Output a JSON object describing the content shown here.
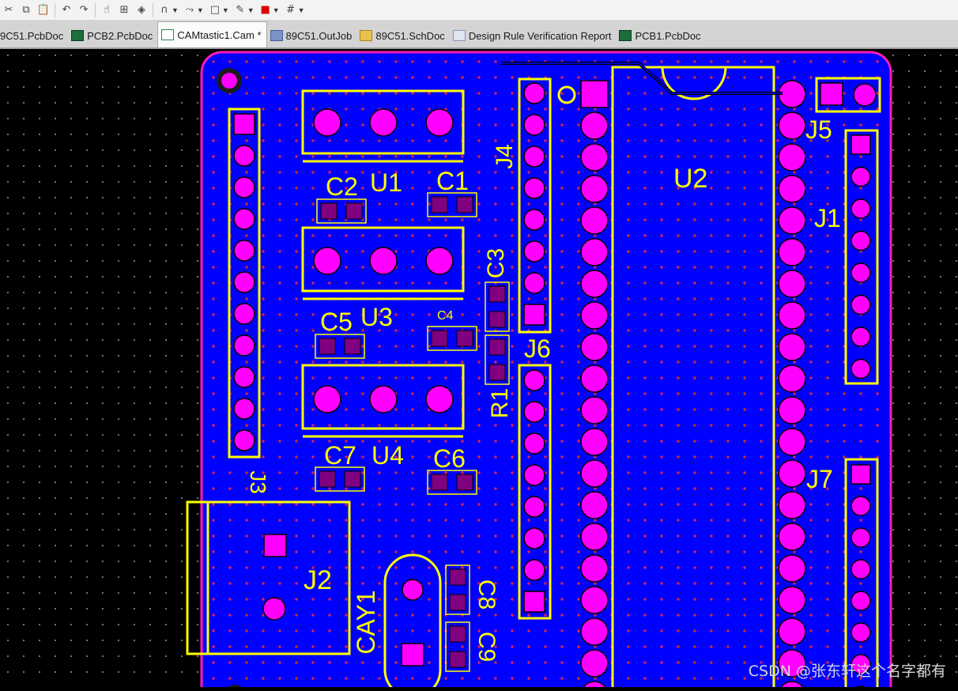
{
  "toolbar": {
    "icons": [
      "cut-icon",
      "copy-icon",
      "paste-icon",
      "undo-icon",
      "redo-icon",
      "select-icon",
      "grid-select-icon",
      "route-icon",
      "arc-icon",
      "wire-icon",
      "rectangle-icon",
      "paint-icon",
      "color-icon",
      "grid-icon"
    ]
  },
  "tabs": [
    {
      "label": "9C51.PcbDoc",
      "icon": "pcb"
    },
    {
      "label": "PCB2.PcbDoc",
      "icon": "pcb"
    },
    {
      "label": "CAMtastic1.Cam *",
      "icon": "cam",
      "active": true
    },
    {
      "label": "89C51.OutJob",
      "icon": "out"
    },
    {
      "label": "89C51.SchDoc",
      "icon": "sch"
    },
    {
      "label": "Design Rule Verification Report",
      "icon": "rep"
    },
    {
      "label": "PCB1.PcbDoc",
      "icon": "pcb"
    }
  ],
  "pcb": {
    "labels": {
      "u1": "U1",
      "u2": "U2",
      "u3": "U3",
      "u4": "U4",
      "c1": "C1",
      "c2": "C2",
      "c3": "C3",
      "c4": "C4",
      "c5": "C5",
      "c6": "C6",
      "c7": "C7",
      "c8": "C8",
      "c9": "C9",
      "j1": "J1",
      "j2": "J2",
      "j3": "J3",
      "j4": "J4",
      "j5": "J5",
      "j6": "J6",
      "j7": "J7",
      "r1": "R1",
      "cay1": "CAY1"
    },
    "colors": {
      "board": "#0000ff",
      "outline": "#ff1ab2",
      "silk": "#ffff00",
      "pad": "#ff00ff",
      "via": "#ff2a2a",
      "background": "#000000"
    }
  },
  "watermark": "CSDN @张东轩这个名字都有"
}
